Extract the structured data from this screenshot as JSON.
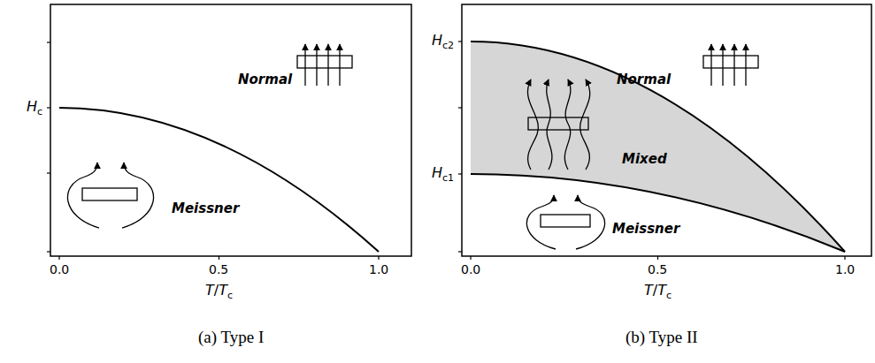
{
  "diagram": {
    "labels": [
      "Hc",
      "Normal",
      "Meissner",
      "0.0",
      "0.5",
      "1.0",
      "T/Tc",
      "(a) Type I",
      "Hc2",
      "Hc1",
      "Normal",
      "Mixed",
      "Meissner",
      "0.0",
      "0.5",
      "1.0",
      "T/Tc",
      "(b) Type II"
    ]
  }
}
